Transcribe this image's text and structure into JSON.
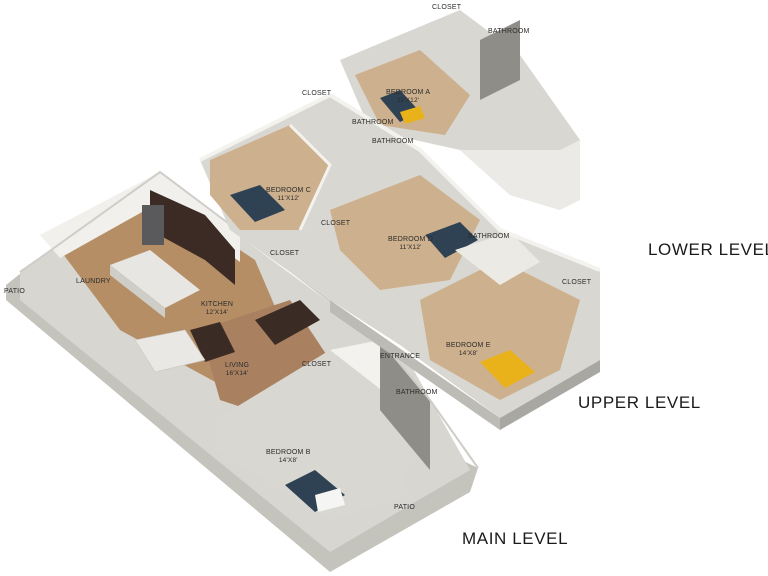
{
  "levels": {
    "lower": "LOWER LEVEL",
    "upper": "UPPER LEVEL",
    "main": "MAIN LEVEL"
  },
  "rooms": {
    "closet_top": "CLOSET",
    "bathroom_top": "BATHROOM",
    "bedroom_a": {
      "name": "BEDROOM A",
      "dim": "11'X12'"
    },
    "closet_a": "CLOSET",
    "bathroom_a": "BATHROOM",
    "bathroom_c": "BATHROOM",
    "bedroom_c": {
      "name": "BEDROOM C",
      "dim": "11'X12'"
    },
    "closet_c": "CLOSET",
    "closet_hall": "CLOSET",
    "bedroom_d": {
      "name": "BEDROOM D",
      "dim": "11'X12'"
    },
    "bathroom_e": "BATHROOM",
    "closet_e": "CLOSET",
    "bedroom_e": {
      "name": "BEDROOM E",
      "dim": "14'X8'"
    },
    "entrance": "ENTRANCE",
    "patio_left": "PATIO",
    "laundry": "LAUNDRY",
    "kitchen": {
      "name": "KITCHEN",
      "dim": "12'X14'"
    },
    "living": {
      "name": "LIVING",
      "dim": "16'X14'"
    },
    "closet_b": "CLOSET",
    "bathroom_b": "BATHROOM",
    "bedroom_b": {
      "name": "BEDROOM B",
      "dim": "14'X8'"
    },
    "patio_bottom": "PATIO"
  },
  "colors": {
    "floor_wood": "#b58e66",
    "wall": "#f4f3ef",
    "wall_shade": "#d9d8d2",
    "patio": "#bdbdb6",
    "cabinet": "#3b2b24",
    "accent_yellow": "#e9b21a",
    "accent_blue": "#2d4a63"
  }
}
